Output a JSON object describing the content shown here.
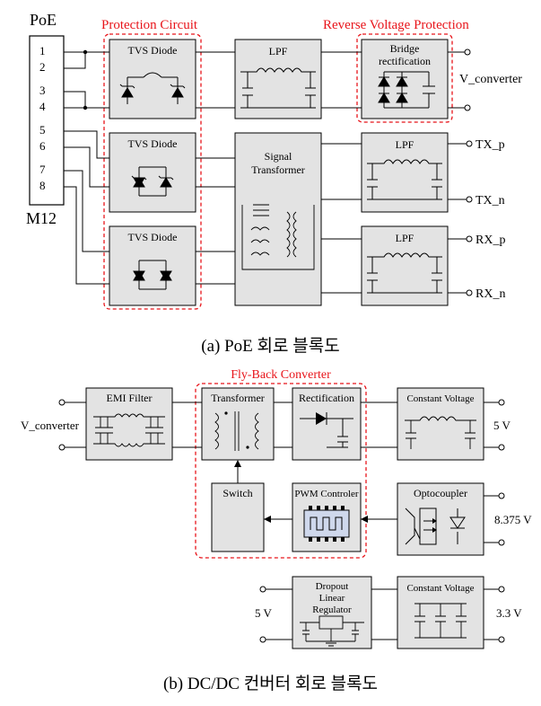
{
  "diagram_a": {
    "connector": {
      "title": "PoE",
      "label": "M12",
      "pins": [
        "1",
        "2",
        "3",
        "4",
        "5",
        "6",
        "7",
        "8"
      ]
    },
    "groups": {
      "protection": "Protection Circuit",
      "reverse": "Reverse Voltage Protection"
    },
    "blocks": {
      "tvs1": "TVS Diode",
      "tvs2": "TVS Diode",
      "tvs3": "TVS Diode",
      "lpf1": "LPF",
      "bridge_l1": "Bridge",
      "bridge_l2": "rectification",
      "signal_l1": "Signal",
      "signal_l2": "Transformer",
      "lpf2": "LPF",
      "lpf3": "LPF"
    },
    "outputs": {
      "v_converter": "V_converter",
      "tx_p": "TX_p",
      "tx_n": "TX_n",
      "rx_p": "RX_p",
      "rx_n": "RX_n"
    },
    "caption": "(a)  PoE  회로  블록도"
  },
  "diagram_b": {
    "group": "Fly-Back Converter",
    "blocks": {
      "emi": "EMI Filter",
      "transformer": "Transformer",
      "rectification": "Rectification",
      "cv1": "Constant Voltage",
      "switch": "Switch",
      "pwm": "PWM Controler",
      "opto": "Optocoupler",
      "ldo_l1": "Dropout",
      "ldo_l2": "Linear",
      "ldo_l3": "Regulator",
      "cv2": "Constant Voltage"
    },
    "labels": {
      "input": "V_converter",
      "out_5v": "5 V",
      "out_8v": "8.375 V",
      "in_5v": "5 V",
      "out_3v": "3.3 V"
    },
    "caption": "(b)  DC/DC  컨버터  회로  블록도"
  },
  "colors": {
    "block_fill": "#e3e3e3",
    "group_border": "#e8141a",
    "line": "#000000"
  }
}
